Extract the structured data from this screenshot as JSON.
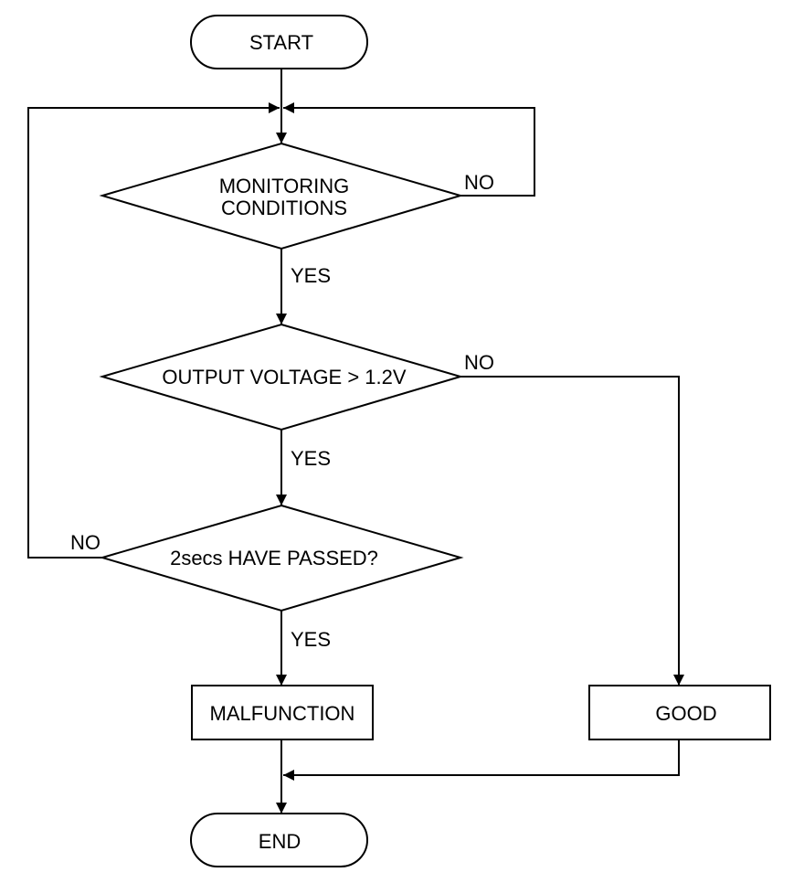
{
  "nodes": {
    "start": "START",
    "monitoring_line1": "MONITORING",
    "monitoring_line2": "CONDITIONS",
    "voltage_check": "OUTPUT VOLTAGE > 1.2V",
    "time_check": "2secs HAVE PASSED?",
    "malfunction": "MALFUNCTION",
    "good": "GOOD",
    "end": "END"
  },
  "edges": {
    "monitoring_no": "NO",
    "monitoring_yes": "YES",
    "voltage_no": "NO",
    "voltage_yes": "YES",
    "time_no": "NO",
    "time_yes": "YES"
  }
}
